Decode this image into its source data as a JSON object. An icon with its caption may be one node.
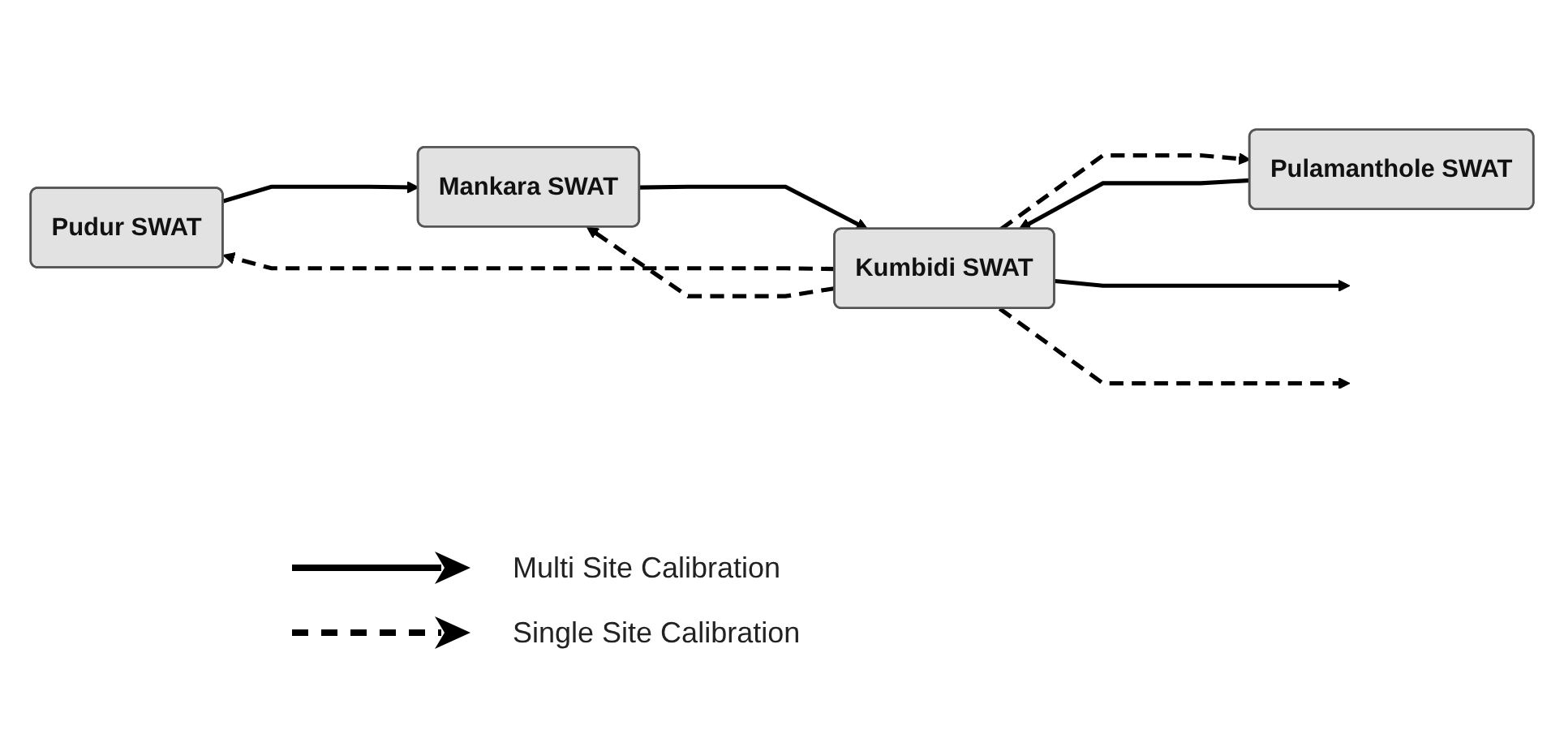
{
  "diagram": {
    "nodes": [
      {
        "text": [
          "Pudur SWAT"
        ]
      },
      {
        "text": [
          "Mankara SWAT"
        ]
      },
      {
        "text": [
          "Pulamanthole SWAT"
        ]
      },
      {
        "text": [
          "Kumbidi SWAT"
        ]
      }
    ],
    "edges": [
      {
        "from": 0,
        "to": 1,
        "arrow": "to"
      },
      {
        "from": 1,
        "to": 3,
        "arrow": "to"
      },
      {
        "from": 3,
        "to": 0,
        "arrow": "to",
        "style": "dashed"
      },
      {
        "from": 3,
        "to": 1,
        "arrow": "to",
        "style": "dashed"
      },
      {
        "from": 3,
        "to": 2,
        "arrow": "to",
        "style": "dashed"
      },
      {
        "from": 2,
        "to": 3,
        "arrow": "to"
      },
      {
        "from": 3,
        "to": null,
        "arrow": "to"
      },
      {
        "from": 3,
        "to": null,
        "arrow": "to",
        "style": "dashed"
      }
    ],
    "legend": [
      {
        "text": "Multi Site Calibration"
      },
      {
        "text": "Single Site Calibration"
      }
    ]
  }
}
